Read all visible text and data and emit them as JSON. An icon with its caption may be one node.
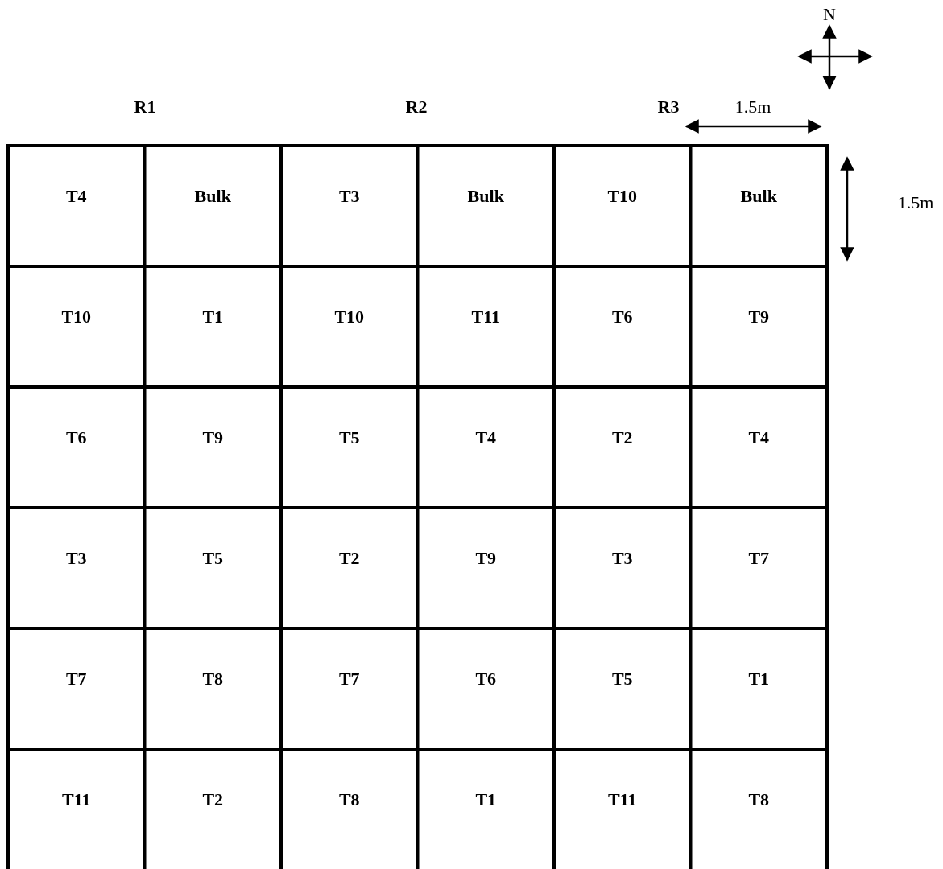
{
  "diagram": {
    "labels": [
      "N",
      "R1",
      "R2",
      "R3",
      "1.5m",
      "T4",
      "Bulk",
      "T3",
      "Bulk",
      "T10",
      "Bulk",
      "1.5m",
      "T10",
      "T1",
      "T10",
      "T11",
      "T6",
      "T9",
      "T6",
      "T9",
      "T5",
      "T4",
      "T2",
      "T4",
      "T3",
      "T5",
      "T2",
      "T9",
      "T3",
      "T7",
      "T7",
      "T8",
      "T7",
      "T6",
      "T5",
      "T1",
      "T11",
      "T2",
      "T8",
      "T1",
      "T11",
      "T8"
    ]
  }
}
